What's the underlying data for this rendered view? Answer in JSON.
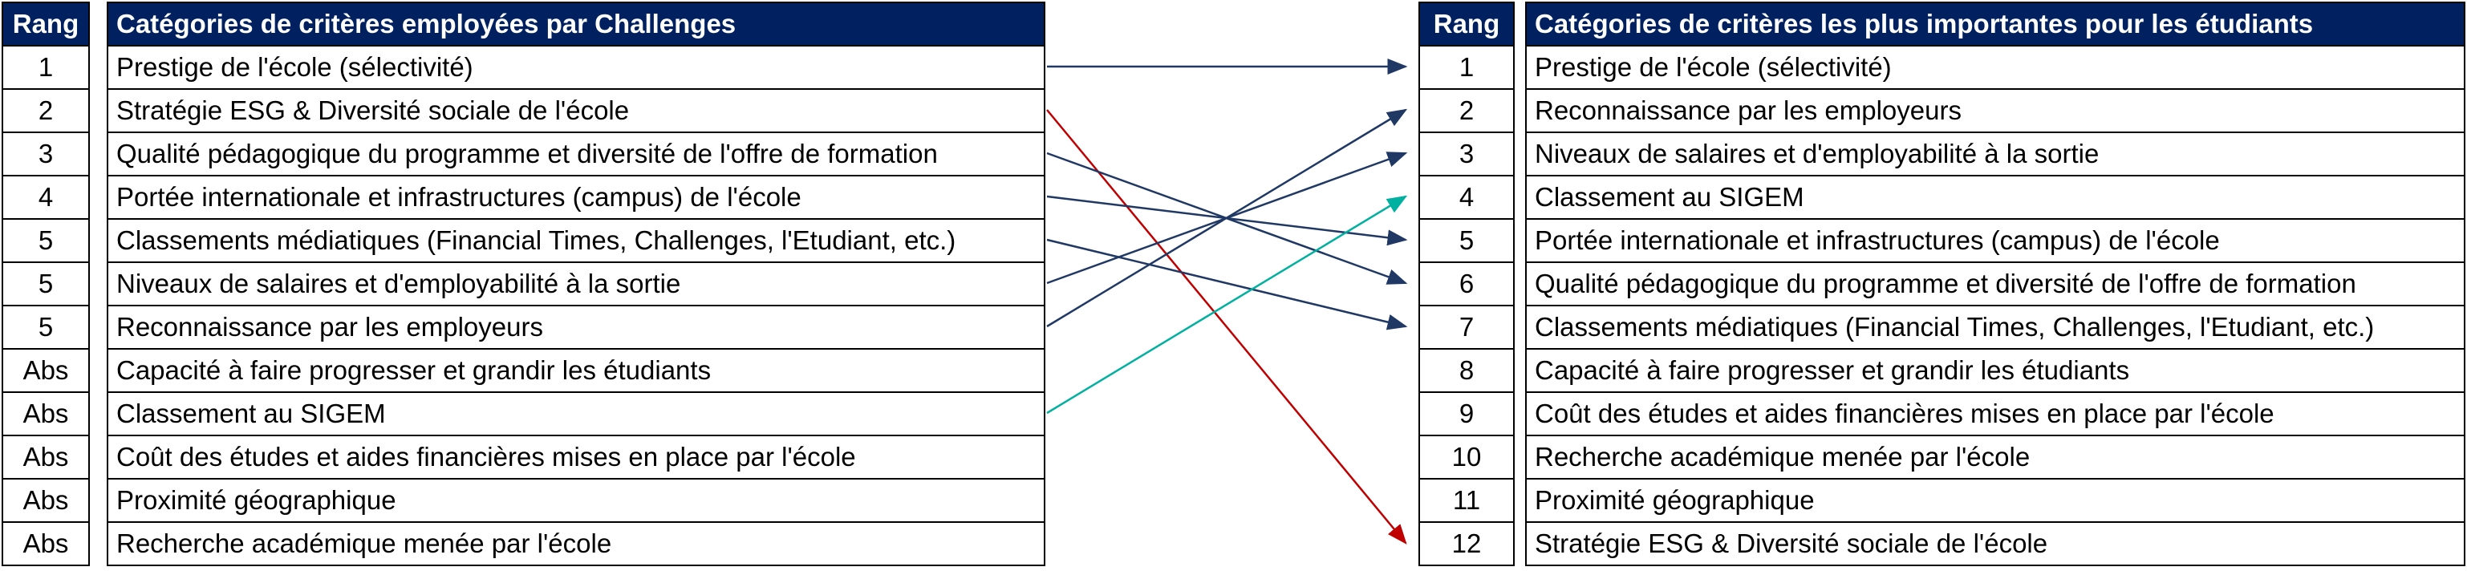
{
  "left": {
    "rank_header": "Rang",
    "category_header": "Catégories de critères employées par Challenges",
    "rows": [
      {
        "rank": "1",
        "label": "Prestige de l'école (sélectivité)"
      },
      {
        "rank": "2",
        "label": "Stratégie ESG & Diversité sociale de l'école"
      },
      {
        "rank": "3",
        "label": "Qualité pédagogique du programme et diversité de l'offre de formation"
      },
      {
        "rank": "4",
        "label": "Portée internationale et infrastructures (campus) de l'école"
      },
      {
        "rank": "5",
        "label": "Classements médiatiques (Financial Times, Challenges, l'Etudiant, etc.)"
      },
      {
        "rank": "5",
        "label": "Niveaux de salaires et d'employabilité à la sortie"
      },
      {
        "rank": "5",
        "label": "Reconnaissance par les employeurs"
      },
      {
        "rank": "Abs",
        "label": "Capacité à faire progresser et grandir les étudiants"
      },
      {
        "rank": "Abs",
        "label": "Classement au SIGEM"
      },
      {
        "rank": "Abs",
        "label": "Coût des études et aides financières mises en place par l'école"
      },
      {
        "rank": "Abs",
        "label": "Proximité géographique"
      },
      {
        "rank": "Abs",
        "label": "Recherche académique menée par l'école"
      }
    ]
  },
  "right": {
    "rank_header": "Rang",
    "category_header": "Catégories de critères les plus importantes pour les étudiants",
    "rows": [
      {
        "rank": "1",
        "label": "Prestige de l'école (sélectivité)"
      },
      {
        "rank": "2",
        "label": "Reconnaissance par les employeurs"
      },
      {
        "rank": "3",
        "label": "Niveaux de salaires et d'employabilité à la sortie"
      },
      {
        "rank": "4",
        "label": "Classement au SIGEM"
      },
      {
        "rank": "5",
        "label": "Portée internationale et infrastructures (campus) de l'école"
      },
      {
        "rank": "6",
        "label": "Qualité pédagogique du programme et diversité de l'offre de formation"
      },
      {
        "rank": "7",
        "label": "Classements médiatiques (Financial Times, Challenges, l'Etudiant, etc.)"
      },
      {
        "rank": "8",
        "label": "Capacité à faire progresser et grandir les étudiants"
      },
      {
        "rank": "9",
        "label": "Coût des études et aides financières mises en place par l'école"
      },
      {
        "rank": "10",
        "label": "Recherche académique menée par l'école"
      },
      {
        "rank": "11",
        "label": "Proximité géographique"
      },
      {
        "rank": "12",
        "label": "Stratégie ESG & Diversité sociale de l'école"
      }
    ]
  },
  "arrows": [
    {
      "from_row": 0,
      "to_row": 0,
      "color": "#203864"
    },
    {
      "from_row": 1,
      "to_row": 11,
      "color": "#C00000"
    },
    {
      "from_row": 2,
      "to_row": 5,
      "color": "#203864"
    },
    {
      "from_row": 3,
      "to_row": 4,
      "color": "#203864"
    },
    {
      "from_row": 4,
      "to_row": 6,
      "color": "#203864"
    },
    {
      "from_row": 5,
      "to_row": 2,
      "color": "#203864"
    },
    {
      "from_row": 6,
      "to_row": 1,
      "color": "#203864"
    },
    {
      "from_row": 8,
      "to_row": 3,
      "color": "#00B0A0"
    }
  ],
  "colors": {
    "header_bg": "#002060",
    "header_text": "#FFFFFF"
  }
}
